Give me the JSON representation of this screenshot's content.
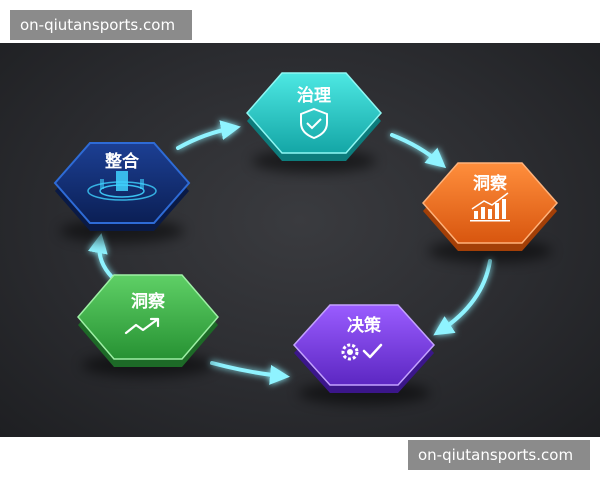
{
  "watermark_top": "on-qiutansports.com",
  "watermark_bottom": "on-qiutansports.com",
  "nodes": {
    "governance": {
      "label": "治理",
      "color": "#1fc6c4",
      "icon": "shield-check-icon"
    },
    "insight_right": {
      "label": "洞察",
      "color": "#f0721e",
      "icon": "bar-chart-icon"
    },
    "decision": {
      "label": "决策",
      "color": "#7a3fe0",
      "icon": "gear-check-icon"
    },
    "insight_left": {
      "label": "洞察",
      "color": "#3fb24a",
      "icon": "trend-up-icon"
    },
    "integration": {
      "label": "整合",
      "color": "#17337a",
      "icon": "data-platform-icon"
    }
  },
  "arrow_color": "#8ff3ff"
}
